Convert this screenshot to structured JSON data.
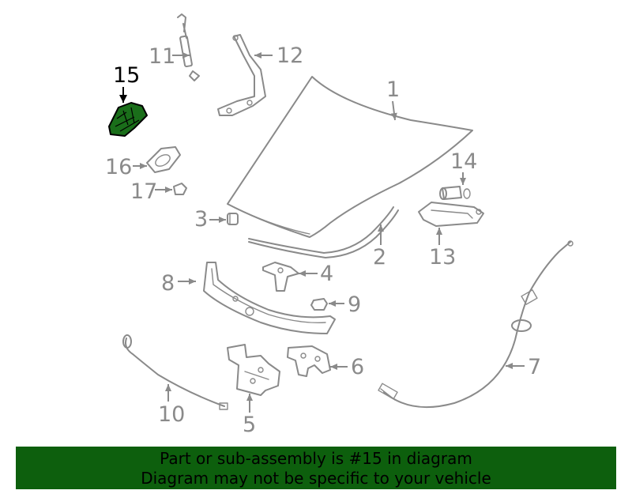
{
  "diagram": {
    "highlight_color": "#1a6e1a",
    "line_color": "#8a8a8a",
    "callouts": {
      "c1": "1",
      "c2": "2",
      "c3": "3",
      "c4": "4",
      "c5": "5",
      "c6": "6",
      "c7": "7",
      "c8": "8",
      "c9": "9",
      "c10": "10",
      "c11": "11",
      "c12": "12",
      "c13": "13",
      "c14": "14",
      "c15": "15",
      "c16": "16",
      "c17": "17"
    }
  },
  "footer": {
    "background": "#0d5f0d",
    "line1": "Part or sub-assembly is #15 in diagram",
    "line2": "Diagram may not be specific to your vehicle"
  }
}
